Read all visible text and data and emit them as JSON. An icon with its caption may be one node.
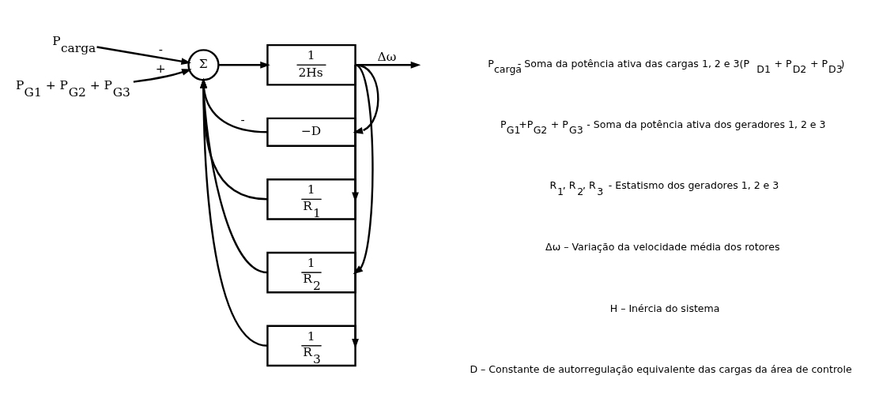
{
  "diagram": {
    "nodes": [
      {
        "text": [
          "P$_{carga}$"
        ]
      },
      {
        "text": [
          "P$_{G1}$ + P$_{G2}$ + P$_{G3}$"
        ]
      },
      {
        "text": [
          "Σ"
        ]
      },
      {
        "text": [
          "1",
          "2Hs"
        ]
      },
      {
        "text": [
          "−D"
        ]
      },
      {
        "text": [
          "1",
          "R$_{1}$"
        ]
      },
      {
        "text": [
          "1",
          "R$_{2}$"
        ]
      },
      {
        "text": [
          "1",
          "R$_{3}$"
        ]
      }
    ],
    "edges": [
      {
        "from": 0,
        "to": 2,
        "arrow": "to",
        "label": "-"
      },
      {
        "from": 1,
        "to": 2,
        "arrow": "to",
        "label": "+"
      },
      {
        "from": 2,
        "to": 3,
        "arrow": "to"
      },
      {
        "from": 3,
        "to": null,
        "arrow": "to",
        "label": "Δω"
      },
      {
        "from": 3,
        "to": 4,
        "arrow": "to"
      },
      {
        "from": 3,
        "to": 5,
        "arrow": "to"
      },
      {
        "from": 3,
        "to": 6,
        "arrow": "to"
      },
      {
        "from": 3,
        "to": 7,
        "arrow": "to"
      },
      {
        "from": 4,
        "to": 2,
        "arrow": "to",
        "label": "-"
      },
      {
        "from": 5,
        "to": 2,
        "arrow": "to"
      },
      {
        "from": 6,
        "to": 2,
        "arrow": "to"
      },
      {
        "from": 7,
        "to": 2,
        "arrow": "to"
      }
    ],
    "labels": [
      "P$_{carga}$- Soma da potência ativa das cargas 1, 2 e 3(P$_{D1}$ + P$_{D2}$ + P$_{D3}$)",
      "P$_{G1}$+P$_{G2}$ + P$_{G3}$ - Soma da potência ativa dos geradores 1, 2 e 3",
      "R$_{1}$, R$_{2}$, R$_{3}$ - Estatismo dos geradores 1, 2 e 3",
      "Δω – Variação da velocidade média dos rotores",
      "H – Inércia do sistema",
      "D – Constante de autorregulação equivalente das cargas da área de controle"
    ]
  }
}
